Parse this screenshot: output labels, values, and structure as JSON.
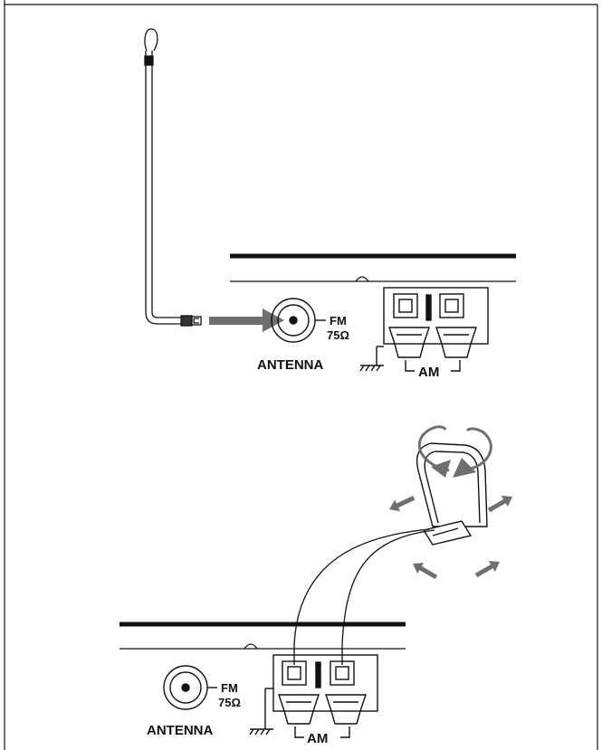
{
  "top_panel": {
    "fm_label": "FM",
    "ohm_label": "75Ω",
    "antenna_label": "ANTENNA",
    "am_label": "AM"
  },
  "bottom_panel": {
    "fm_label": "FM",
    "ohm_label": "75Ω",
    "antenna_label": "ANTENNA",
    "am_label": "AM"
  },
  "colors": {
    "line": "#111111",
    "arrow": "#6f6f6f",
    "background": "#ffffff"
  }
}
